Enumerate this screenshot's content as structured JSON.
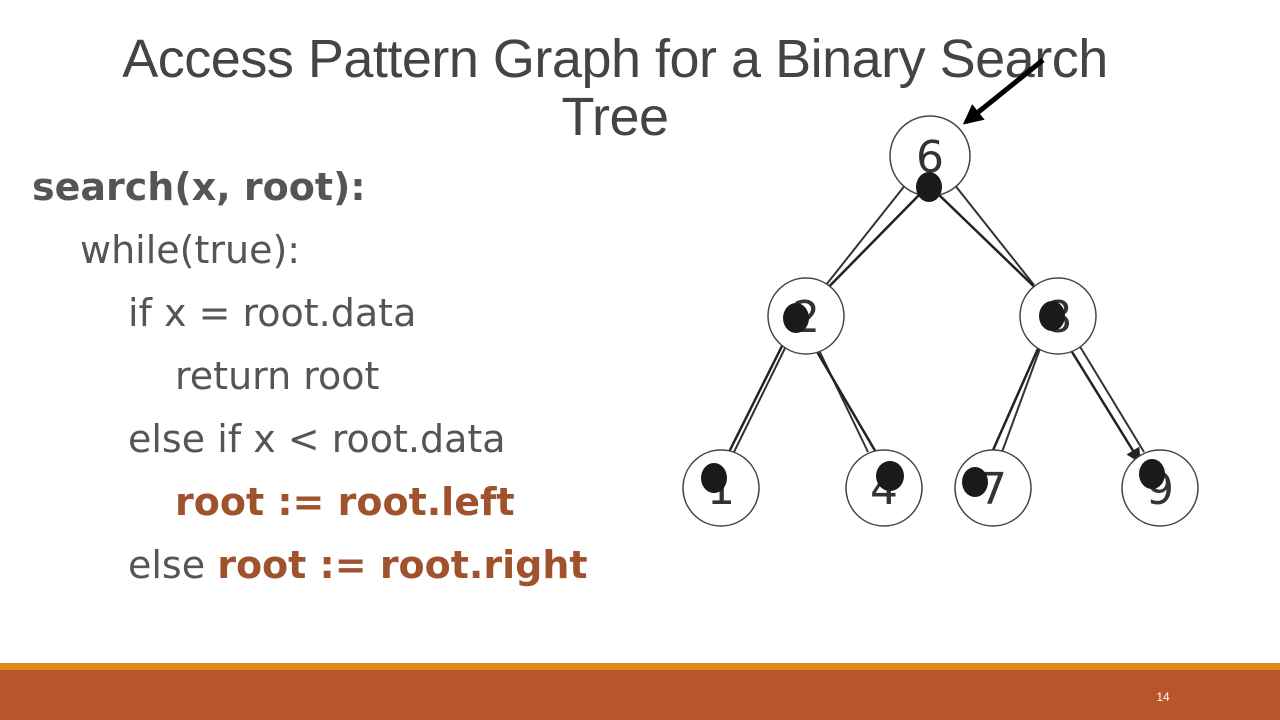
{
  "slide": {
    "title_line1": "Access Pattern Graph for a Binary Search",
    "title_line2": "Tree",
    "page_number": "14"
  },
  "code": {
    "line1": "search(x, root):",
    "line2": "while(true):",
    "line3": "if x = root.data",
    "line4": "return root",
    "line5": "else if x < root.data",
    "line6": "root := root.left",
    "line7_prefix": "else ",
    "line7_highlight": "root := root.right"
  },
  "tree": {
    "nodes": {
      "root": "6",
      "left": "2",
      "right": "8",
      "left_left": "1",
      "left_right": "4",
      "right_left": "7",
      "right_right": "9"
    }
  },
  "colors": {
    "title_text": "#444444",
    "body_text": "#555555",
    "highlight_text": "#a0522d",
    "footer_stripe": "#e08a1c",
    "footer_bar": "#b8552a"
  }
}
